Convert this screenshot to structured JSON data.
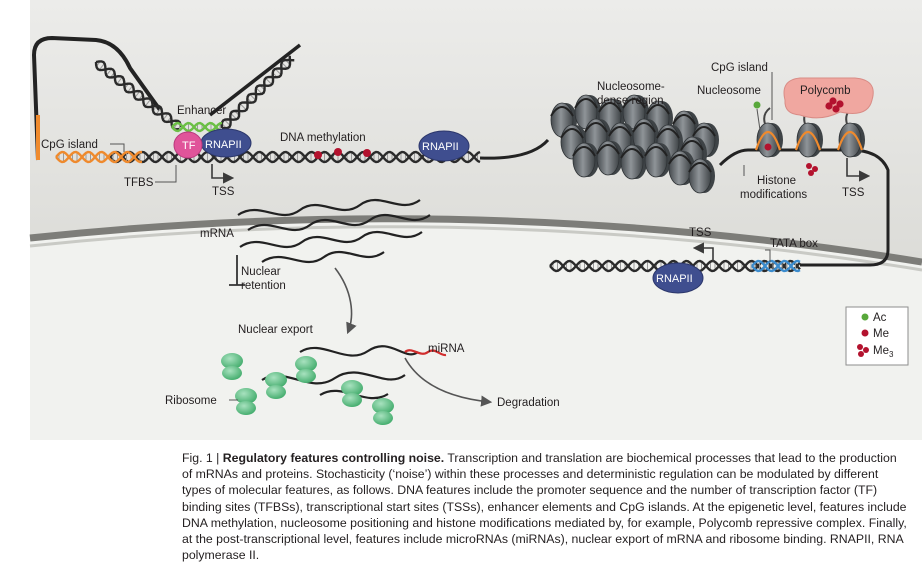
{
  "labels": {
    "enhancer": "Enhancer",
    "tf": "TF",
    "rnapii": "RNAPII",
    "cpg_island": "CpG island",
    "dna_methylation": "DNA methylation",
    "tfbs": "TFBS",
    "tss": "TSS",
    "nucleosome_dense_line1": "Nucleosome-",
    "nucleosome_dense_line2": "dense region",
    "cpg_island_right": "CpG island",
    "nucleosome": "Nucleosome",
    "polycomb": "Polycomb",
    "histone_mod_line1": "Histone",
    "histone_mod_line2": "modifications",
    "tata_box": "TATA box",
    "mrna": "mRNA",
    "nuclear_retention_line1": "Nuclear",
    "nuclear_retention_line2": "retention",
    "nuclear_export": "Nuclear export",
    "mirna": "miRNA",
    "ribosome": "Ribosome",
    "degradation": "Degradation"
  },
  "legend": {
    "ac": "Ac",
    "me": "Me",
    "me3": "Me",
    "me3_sub": "3"
  },
  "caption": {
    "fig_no": "Fig. 1 | ",
    "title": "Regulatory features controlling noise.",
    "body": " Transcription and translation are biochemical processes that lead to the production of mRNAs and proteins. Stochasticity (‘noise’) within these processes and deterministic regulation can be modulated by different types of molecular features, as follows. DNA features include the promoter sequence and the number of transcription factor (TF) binding sites (TFBSs), transcriptional start sites (TSSs), enhancer elements and CpG islands. At the epigenetic level, features include DNA methylation, nucleosome positioning and histone modifications mediated by, for example, Polycomb repressive complex. Finally, at the post-transcriptional level, features include microRNAs (miRNAs), nuclear export of mRNA and ribosome binding. RNAPII, RNA polymerase II."
  },
  "colors": {
    "nucleus_fill": "#e8e8e4",
    "cytoplasm_fill": "#f1f3ef",
    "membrane": "#7d7d79",
    "dna": "#2b2b2b",
    "rnapii": "#3f4e8f",
    "tf": "#e0549a",
    "enhancer": "#6bbf45",
    "cpg": "#ef8a2d",
    "methyl": "#b3122e",
    "acetyl": "#58a83a",
    "polycomb": "#f0a7a0",
    "nucleosome": "#585c5f",
    "tata": "#3c8ccd",
    "ribosome": "#5fbf86",
    "mirna": "#d12e2e"
  }
}
